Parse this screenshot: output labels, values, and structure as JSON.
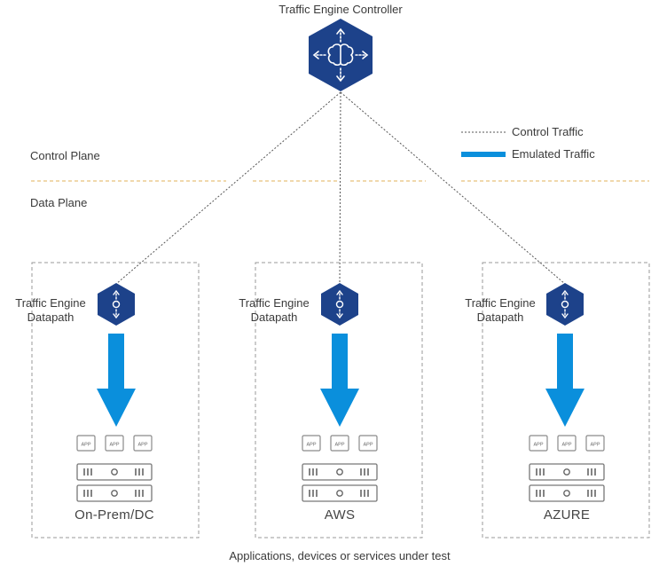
{
  "controller": {
    "label": "Traffic Engine Controller"
  },
  "legend": {
    "control_traffic": "Control Traffic",
    "emulated_traffic": "Emulated Traffic"
  },
  "planes": {
    "control": "Control Plane",
    "data": "Data Plane"
  },
  "datapath": {
    "line1": "Traffic Engine",
    "line2": "Datapath"
  },
  "app_badge": "APP",
  "environments": [
    {
      "name": "On-Prem/DC"
    },
    {
      "name": "AWS"
    },
    {
      "name": "AZURE"
    }
  ],
  "footer": "Applications, devices or services under test",
  "colors": {
    "hex_fill": "#1d428a",
    "arrow": "#0a8fdc",
    "divider": "#e0b25a",
    "box_border": "#9a9a9a"
  }
}
